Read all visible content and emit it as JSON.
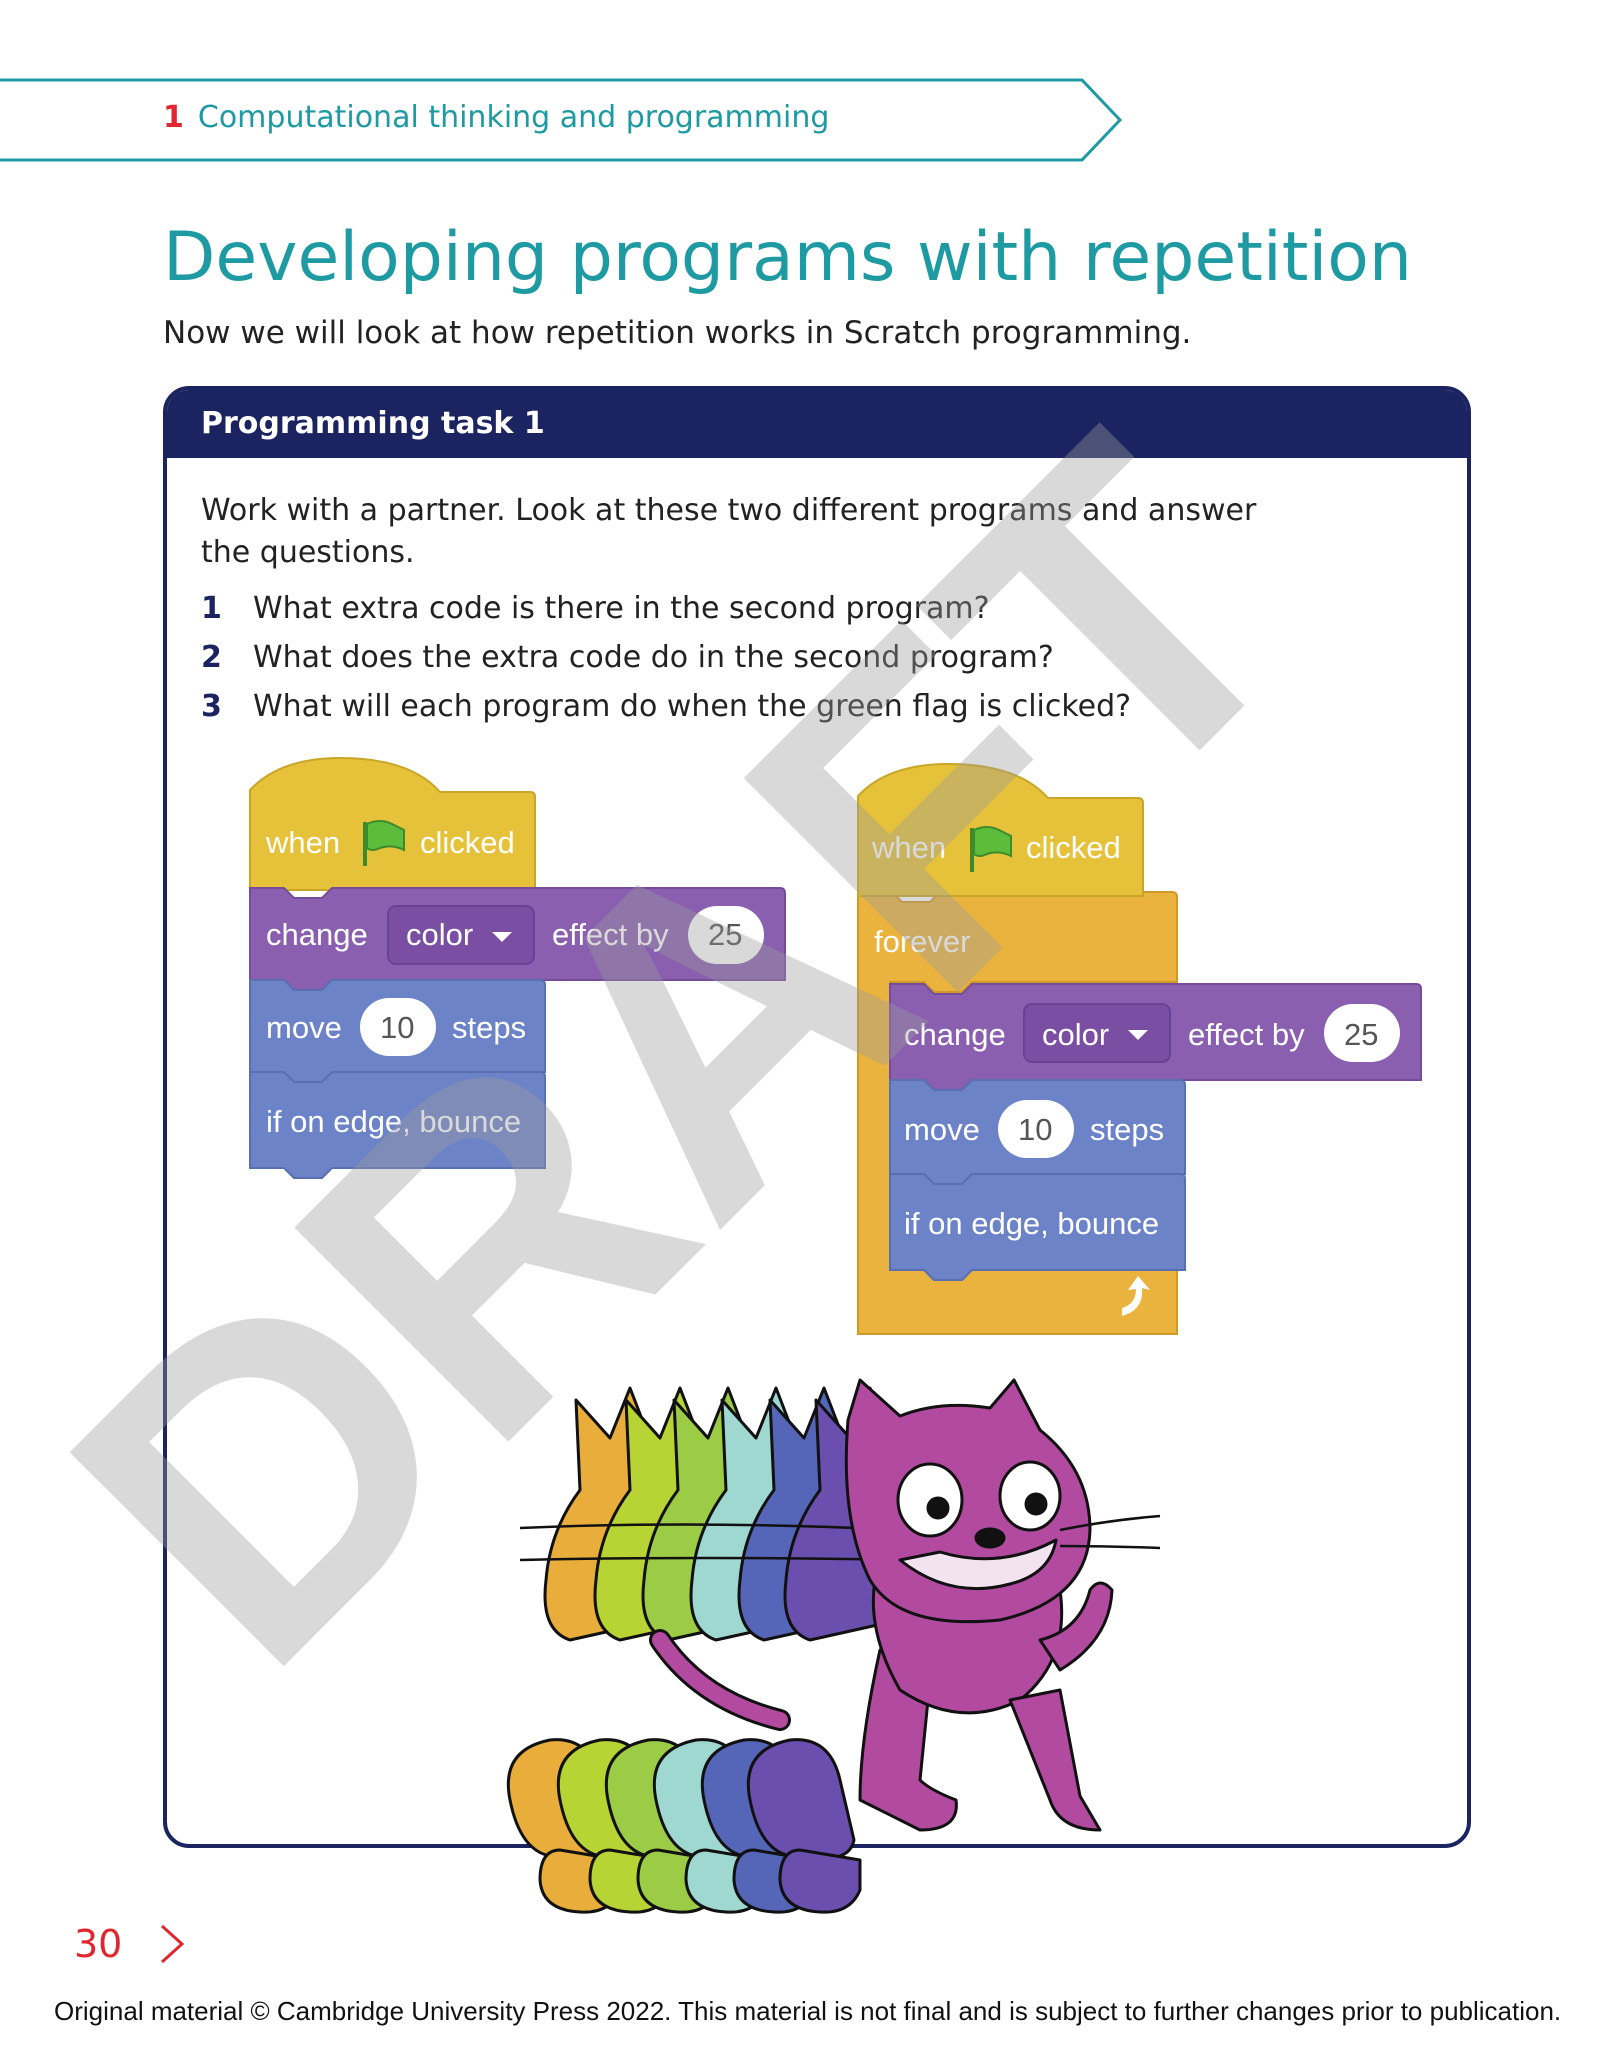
{
  "header": {
    "chapter_number": "1",
    "chapter_title": "Computational thinking and programming"
  },
  "title": "Developing programs with repetition",
  "intro": "Now we will look at how repetition works in Scratch programming.",
  "task": {
    "heading": "Programming task 1",
    "instructions": "Work with a partner. Look at these two different programs and answer the questions.",
    "questions": [
      {
        "num": "1",
        "text": "What extra code is there in the second program?"
      },
      {
        "num": "2",
        "text": "What does the extra code do in the second program?"
      },
      {
        "num": "3",
        "text": "What will each program do when the green flag is clicked?"
      }
    ]
  },
  "program1": {
    "hat_when": "when",
    "hat_clicked": "clicked",
    "change": "change",
    "effect_menu": "color",
    "effect_by": "effect by",
    "effect_value": "25",
    "move": "move",
    "move_value": "10",
    "steps": "steps",
    "bounce": "if on edge, bounce"
  },
  "program2": {
    "hat_when": "when",
    "hat_clicked": "clicked",
    "forever": "forever",
    "change": "change",
    "effect_menu": "color",
    "effect_by": "effect by",
    "effect_value": "25",
    "move": "move",
    "move_value": "10",
    "steps": "steps",
    "bounce": "if on edge, bounce"
  },
  "watermark": "DRAFT",
  "colors": {
    "teal": "#1e9aa3",
    "navy": "#1b2461",
    "red": "#e0262e",
    "events": "#e6c23a",
    "looks": "#8a5fb0",
    "motion": "#6d83c8",
    "control": "#eab33e",
    "cat_colors": [
      "#e8ad3a",
      "#b7d334",
      "#9ccc45",
      "#9fd8d0",
      "#5565b8",
      "#6a4fae",
      "#b24aa0"
    ]
  },
  "page_number": "30",
  "footer": "Original material © Cambridge University Press 2022. This material is not final and is subject to further changes prior to publication."
}
